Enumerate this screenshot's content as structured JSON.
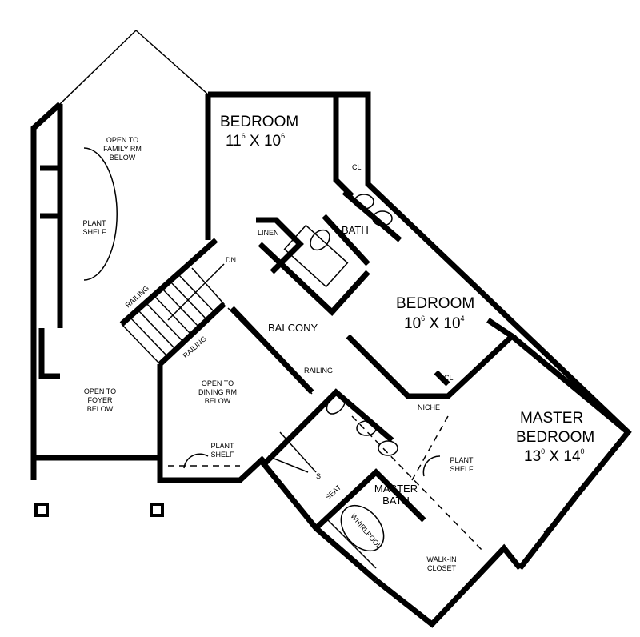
{
  "rooms": {
    "bedroom1": {
      "name": "BEDROOM",
      "dim_w": "11",
      "dim_w_in": "6",
      "dim_h": "10",
      "dim_h_in": "6"
    },
    "bedroom2": {
      "name": "BEDROOM",
      "dim_w": "10",
      "dim_w_in": "6",
      "dim_h": "10",
      "dim_h_in": "4"
    },
    "master": {
      "name1": "MASTER",
      "name2": "BEDROOM",
      "dim_w": "13",
      "dim_w_in": "0",
      "dim_h": "14",
      "dim_h_in": "0"
    },
    "bath": "BATH",
    "linen": "LINEN",
    "cl1": "CL",
    "cl2": "CL",
    "balcony": "BALCONY",
    "niche": "NICHE",
    "open_family": [
      "OPEN TO",
      "FAMILY RM",
      "BELOW"
    ],
    "open_foyer": [
      "OPEN TO",
      "FOYER",
      "BELOW"
    ],
    "open_dining": [
      "OPEN TO",
      "DINING RM",
      "BELOW"
    ],
    "plant_shelf_1": [
      "PLANT",
      "SHELF"
    ],
    "plant_shelf_2": [
      "PLANT",
      "SHELF"
    ],
    "plant_shelf_3": [
      "PLANT",
      "SHELF"
    ],
    "railing_1": "RAILING",
    "railing_2": "RAILING",
    "railing_3": "RAILING",
    "dn": "DN",
    "master_bath": [
      "MASTER",
      "BATH"
    ],
    "shower": "S",
    "seat": "SEAT",
    "whirlpool": "WHIRLPOOL",
    "walkin": [
      "WALK-IN",
      "CLOSET"
    ]
  }
}
